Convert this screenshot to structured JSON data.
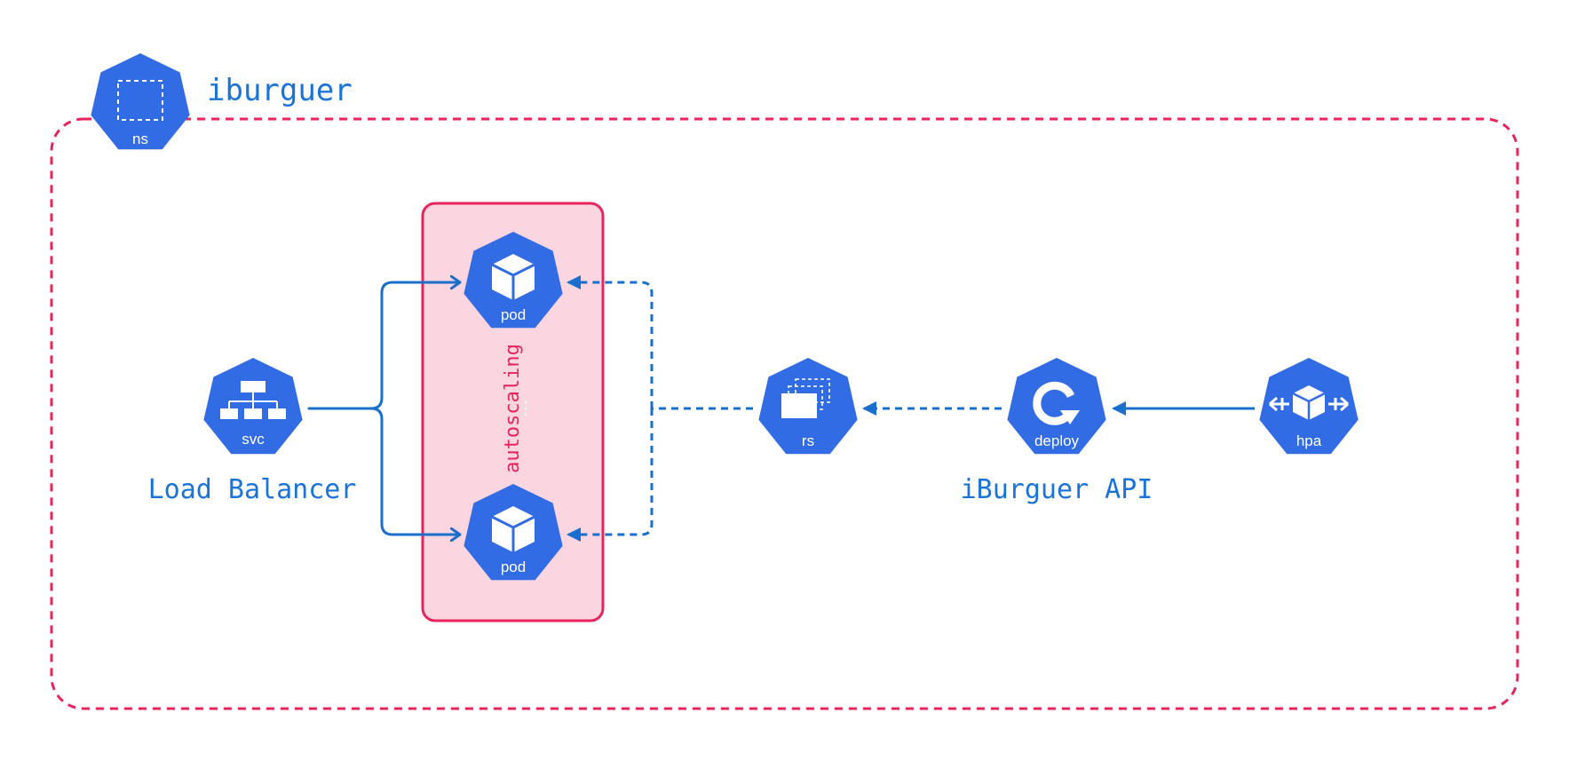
{
  "namespace": {
    "icon": "ns-icon",
    "icon_label": "ns",
    "name": "iburguer"
  },
  "nodes": {
    "svc": {
      "icon": "svc-icon",
      "label": "svc"
    },
    "pod_top": {
      "icon": "pod-icon",
      "label": "pod"
    },
    "pod_bottom": {
      "icon": "pod-icon",
      "label": "pod"
    },
    "rs": {
      "icon": "rs-icon",
      "label": "rs"
    },
    "deploy": {
      "icon": "deploy-icon",
      "label": "deploy"
    },
    "hpa": {
      "icon": "hpa-icon",
      "label": "hpa"
    }
  },
  "captions": {
    "load_balancer": "Load Balancer",
    "api": "iBurguer API",
    "autoscaling": "autoscaling",
    "ellipsis": "⋮"
  },
  "colors": {
    "k8s_blue": "#326CE5",
    "arrow_blue": "#1A6FCC",
    "caption_blue": "#1A73D8",
    "namespace_border": "#E8245C",
    "autoscaling_fill": "#FBD5E0",
    "autoscaling_border": "#E8245C"
  }
}
